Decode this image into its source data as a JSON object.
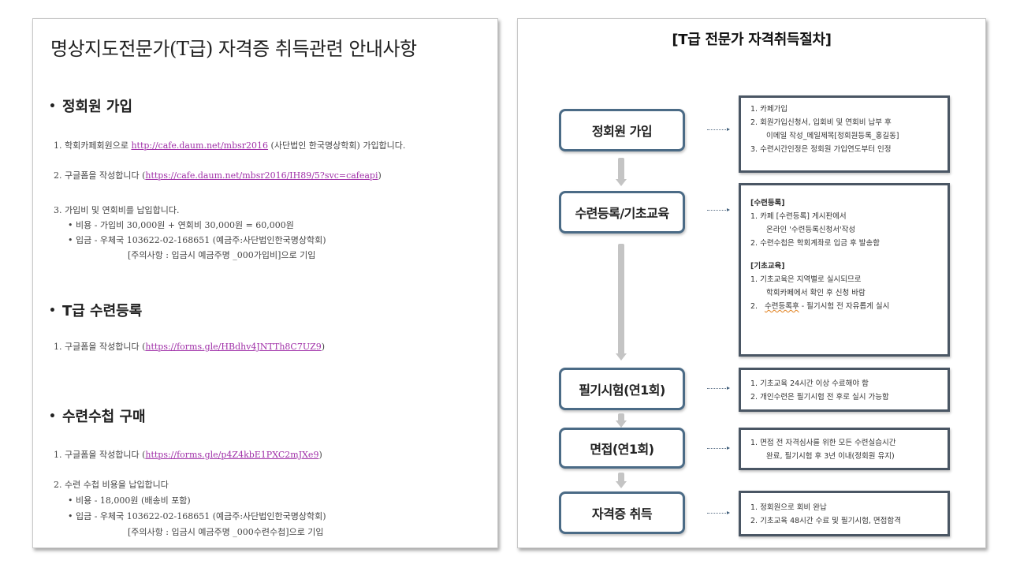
{
  "left": {
    "title": "명상지도전문가(T급) 자격증 취득관련 안내사항",
    "sections": [
      {
        "heading": "정회원 가입",
        "bullet": "•",
        "items": [
          {
            "prefix": "1. 학회카페회원으로 ",
            "link": "http://cafe.daum.net/mbsr2016",
            "suffix": " (사단법인 한국명상학회) 가입합니다."
          },
          {
            "prefix": "2. 구글폼을 작성합니다 (",
            "link": "https://cafe.daum.net/mbsr2016/IH89/5?svc=cafeapi",
            "suffix": ")"
          },
          {
            "prefix": "3. 가입비 및 연회비를 납입합니다.",
            "link": "",
            "suffix": ""
          }
        ],
        "subitems": [
          "• 비용 - 가입비 30,000원 + 연회비 30,000원 = 60,000원",
          "• 입금 - 우체국 103622-02-168651 (예금주:사단법인한국명상학회)"
        ],
        "note": "[주의사항 : 입금시 예금주명 _000가입비]으로 기입"
      },
      {
        "heading": "T급 수련등록",
        "bullet": "•",
        "items": [
          {
            "prefix": "1. 구글폼을 작성합니다 (",
            "link": "https://forms.gle/HBdhv4JNTTh8C7UZ9",
            "suffix": ")"
          }
        ]
      },
      {
        "heading": "수련수첩 구매",
        "bullet": "•",
        "items": [
          {
            "prefix": "1. 구글폼을 작성합니다 (",
            "link": "https://forms.gle/p4Z4kbE1PXC2mJXe9",
            "suffix": ")"
          },
          {
            "prefix": "2. 수련 수첩 비용을 납입합니다",
            "link": "",
            "suffix": ""
          }
        ],
        "subitems": [
          "• 비용 - 18,000원 (배송비 포함)",
          "• 입금 - 우체국 103622-02-168651 (예금주:사단법인한국명상학회)"
        ],
        "note": "[주의사항 : 입금시 예금주명 _000수련수첩]으로 기입"
      }
    ]
  },
  "right": {
    "title": "[T급 전문가 자격취득절차]",
    "steps": [
      {
        "label": "정회원 가입",
        "details": [
          "1.  카페가입",
          "2.  회원가입신청서, 입회비 및 연회비 납부 후",
          "이메일 작성_메일제목[정회원등록_홍길동]",
          "3.  수련시간인정은 정회원 가입연도부터 인정"
        ]
      },
      {
        "label": "수련등록/기초교육",
        "details": {
          "group1_heading": "[수련등록]",
          "group1": [
            "1.  카페 [수련등록] 게시판에서",
            "온라인 '수련등록신청서'작성",
            "2.  수련수첩은 학회계좌로 입금 후 발송함"
          ],
          "group2_heading": "[기초교육]",
          "group2": [
            "1.  기초교육은 지역별로 실시되므로",
            "학회카페에서 확인 후 신청 바람",
            "2.",
            "수련등록후",
            " - 필기시험 전 자유롭게 실시"
          ]
        }
      },
      {
        "label": "필기시험(연1회)",
        "details": [
          "1.  기초교육 24시간 이상 수료해야 함",
          "2.  개인수련은 필기시험 전 후로 실시 가능함"
        ]
      },
      {
        "label": "면접(연1회)",
        "details": [
          "1.  면접 전 자격심사를 위한 모든 수련실습시간",
          "완료, 필기시험 후 3년 이내(정회원 유지)"
        ]
      },
      {
        "label": "자격증 취득",
        "details": [
          "1.  정회원으로 회비 완납",
          "2.  기초교육 48시간 수료 및 필기시험, 면접합격"
        ]
      }
    ]
  },
  "colors": {
    "link": "#a030a8",
    "step_border": "#4b6b86",
    "detail_border": "#4a5664",
    "arrow_gray": "#c4c4c4"
  }
}
